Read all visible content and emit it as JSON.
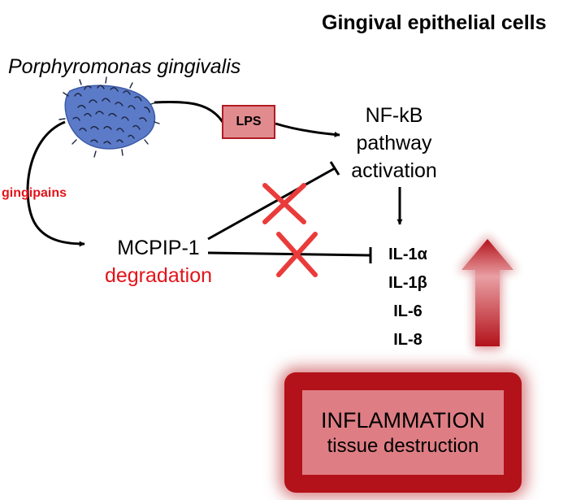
{
  "title": "Gingival epithelial cells",
  "bacterium": {
    "name": "Porphyromonas gingivalis"
  },
  "gingipains_label": "gingipains",
  "lps_label": "LPS",
  "nfkb_lines": [
    "NF-kB",
    "pathway",
    "activation"
  ],
  "mcpip": {
    "name": "MCPIP-1",
    "state": "degradation"
  },
  "cytokines": [
    "IL-1α",
    "IL-1β",
    "IL-6",
    "IL-8"
  ],
  "outcome": {
    "title": "INFLAMMATION",
    "subtitle": "tissue destruction"
  },
  "colors": {
    "red_text": "#e2131a",
    "lps_fill": "#e28b8f",
    "bacterium": "#5b7bc8",
    "inflammation_frame": "#b3121a",
    "inflammation_fill": "#de7e84",
    "cross": "#ea3b3b"
  }
}
